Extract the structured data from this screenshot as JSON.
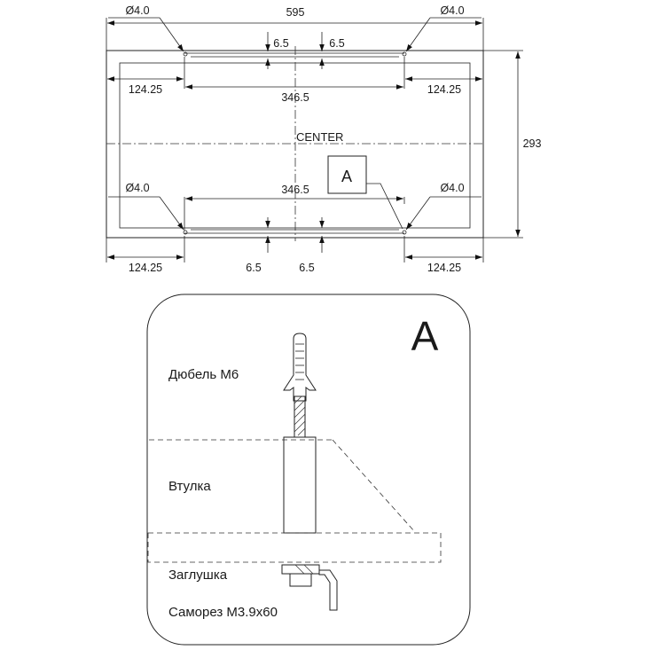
{
  "plan": {
    "dims": {
      "overall_width": "595",
      "height": "293",
      "hole_tl": "Ø4.0",
      "hole_tr": "Ø4.0",
      "hole_bl": "Ø4.0",
      "hole_br": "Ø4.0",
      "offset_top_left": "6.5",
      "offset_top_right": "6.5",
      "offset_bottom_left": "6.5",
      "offset_bottom_right": "6.5",
      "edge_top_left": "124.25",
      "edge_top_right": "124.25",
      "edge_bottom_left": "124.25",
      "edge_bottom_right": "124.25",
      "spacing_top": "346.5",
      "spacing_bottom": "346.5"
    },
    "center_label": "CENTER",
    "detail_marker": "A"
  },
  "detail": {
    "letter": "A",
    "labels": {
      "dowel": "Дюбель  М6",
      "bushing": "Втулка",
      "plug": "Заглушка",
      "screw": "Саморез  М3.9x60"
    }
  }
}
